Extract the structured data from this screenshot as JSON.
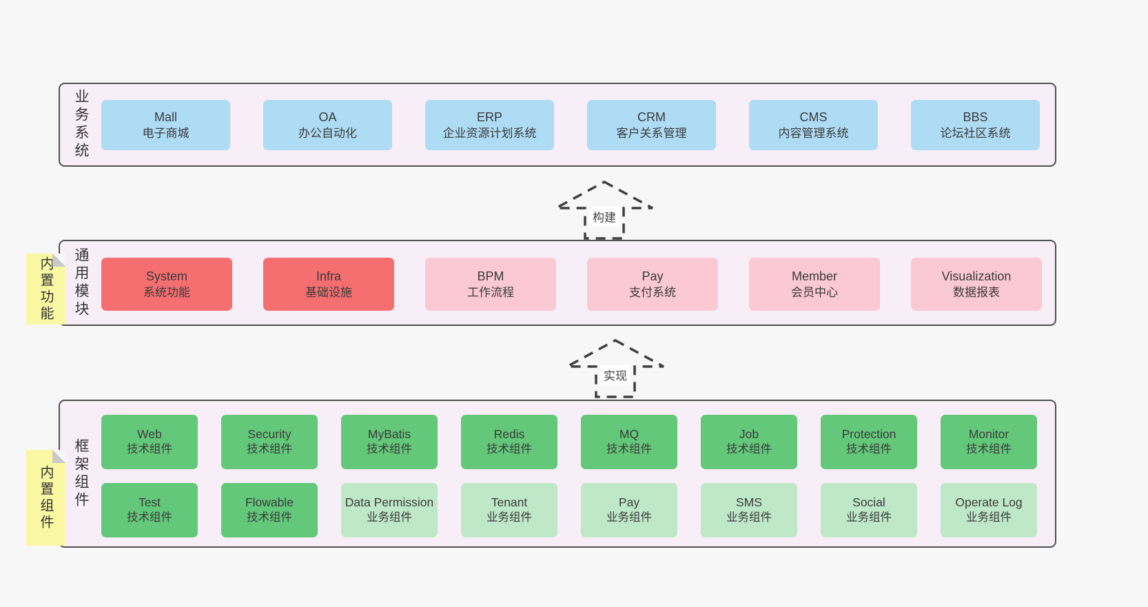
{
  "colors": {
    "page_bg": "#f7f7f7",
    "layer_bg": "#f8eef7",
    "layer_border": "#4f4f4f",
    "blue_box": "#aedcf5",
    "red_box": "#f56e70",
    "pink_box": "#fac9d3",
    "green_box": "#63c87a",
    "green_light_box": "#bfe8c8",
    "sticky_yellow": "#fbf8a3",
    "sticky_fold": "#c9c9c9",
    "text": "#3b3b3b",
    "arrow_stroke": "#3f3f3f"
  },
  "arrows": [
    {
      "label": "构建"
    },
    {
      "label": "实现"
    }
  ],
  "layers": [
    {
      "name": "业务系统",
      "boxes": [
        {
          "title": "Mall",
          "subtitle": "电子商城",
          "variant": "blue"
        },
        {
          "title": "OA",
          "subtitle": "办公自动化",
          "variant": "blue"
        },
        {
          "title": "ERP",
          "subtitle": "企业资源计划系统",
          "variant": "blue"
        },
        {
          "title": "CRM",
          "subtitle": "客户关系管理",
          "variant": "blue"
        },
        {
          "title": "CMS",
          "subtitle": "内容管理系统",
          "variant": "blue"
        },
        {
          "title": "BBS",
          "subtitle": "论坛社区系统",
          "variant": "blue"
        }
      ]
    },
    {
      "name": "通用模块",
      "tag": "内置功能",
      "boxes": [
        {
          "title": "System",
          "subtitle": "系统功能",
          "variant": "red"
        },
        {
          "title": "Infra",
          "subtitle": "基础设施",
          "variant": "red"
        },
        {
          "title": "BPM",
          "subtitle": "工作流程",
          "variant": "pink"
        },
        {
          "title": "Pay",
          "subtitle": "支付系统",
          "variant": "pink"
        },
        {
          "title": "Member",
          "subtitle": "会员中心",
          "variant": "pink"
        },
        {
          "title": "Visualization",
          "subtitle": "数据报表",
          "variant": "pink"
        }
      ]
    },
    {
      "name": "框架组件",
      "tag": "内置组件",
      "rows": [
        [
          {
            "title": "Web",
            "subtitle": "技术组件",
            "variant": "green"
          },
          {
            "title": "Security",
            "subtitle": "技术组件",
            "variant": "green"
          },
          {
            "title": "MyBatis",
            "subtitle": "技术组件",
            "variant": "green"
          },
          {
            "title": "Redis",
            "subtitle": "技术组件",
            "variant": "green"
          },
          {
            "title": "MQ",
            "subtitle": "技术组件",
            "variant": "green"
          },
          {
            "title": "Job",
            "subtitle": "技术组件",
            "variant": "green"
          },
          {
            "title": "Protection",
            "subtitle": "技术组件",
            "variant": "green"
          },
          {
            "title": "Monitor",
            "subtitle": "技术组件",
            "variant": "green"
          }
        ],
        [
          {
            "title": "Test",
            "subtitle": "技术组件",
            "variant": "green"
          },
          {
            "title": "Flowable",
            "subtitle": "技术组件",
            "variant": "green"
          },
          {
            "title": "Data Permission",
            "subtitle": "业务组件",
            "variant": "green-light"
          },
          {
            "title": "Tenant",
            "subtitle": "业务组件",
            "variant": "green-light"
          },
          {
            "title": "Pay",
            "subtitle": "业务组件",
            "variant": "green-light"
          },
          {
            "title": "SMS",
            "subtitle": "业务组件",
            "variant": "green-light"
          },
          {
            "title": "Social",
            "subtitle": "业务组件",
            "variant": "green-light"
          },
          {
            "title": "Operate Log",
            "subtitle": "业务组件",
            "variant": "green-light"
          }
        ]
      ]
    }
  ]
}
